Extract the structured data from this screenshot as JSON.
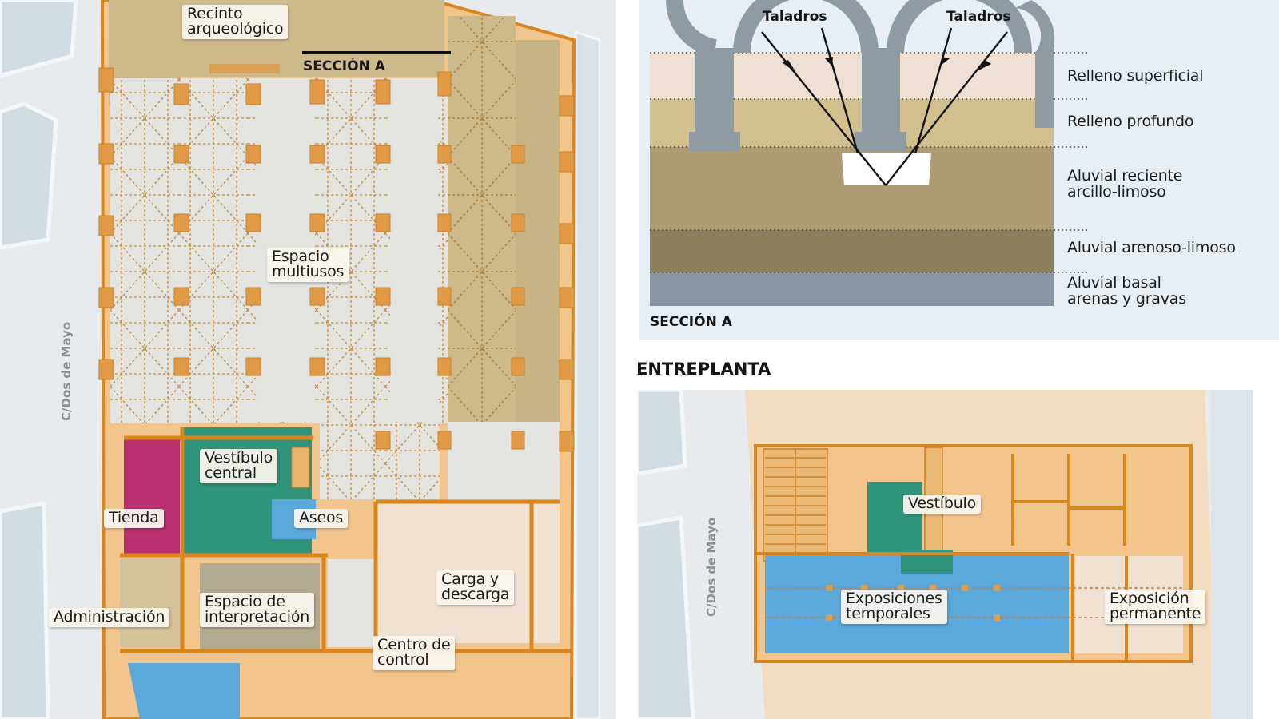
{
  "colors": {
    "background": "#ffffff",
    "street_bg": "#e7ebee",
    "block_bg": "#d4dde3",
    "wall_orange": "#e0942e",
    "outline_orange": "#d9861f",
    "multiuse_floor": "#e3e4e0",
    "archaeological_tan": "#c8b58b",
    "shop_magenta": "#b8306e",
    "lobby_green": "#2f9479",
    "restrooms_blue": "#5aa9da",
    "light_peach": "#f1e2d4",
    "peach_orange": "#f2c58d",
    "admin_tan": "#d4c29b",
    "interp_grey": "#b3a98f",
    "section_sky": "#e8eff4",
    "stratum_fill_superficial": "#efe0d4",
    "stratum_fill_profundo": "#d2bf8e",
    "stratum_aluvial_reciente": "#ad9c73",
    "stratum_aluvial_arenoso": "#8c7f5e",
    "stratum_aluvial_basal": "#8796a0",
    "arch_grey": "#8f9ba3"
  },
  "ground_floor_plan": {
    "street_label": "C/Dos de Mayo",
    "section_marker_label": "SECCIÓN A",
    "rooms": [
      {
        "id": "recinto",
        "label": "Recinto\narqueológico"
      },
      {
        "id": "multiusos",
        "label": "Espacio\nmultiusos"
      },
      {
        "id": "vestibulo",
        "label": "Vestíbulo\ncentral"
      },
      {
        "id": "tienda",
        "label": "Tienda"
      },
      {
        "id": "aseos",
        "label": "Aseos"
      },
      {
        "id": "administracion",
        "label": "Administración"
      },
      {
        "id": "interpretacion",
        "label": "Espacio de\ninterpretación"
      },
      {
        "id": "carga",
        "label": "Carga y\ndescarga"
      },
      {
        "id": "control",
        "label": "Centro de\ncontrol"
      }
    ]
  },
  "section_a": {
    "title": "SECCIÓN A",
    "drill_labels": [
      "Taladros",
      "Taladros"
    ],
    "strata": [
      {
        "label": "Relleno superficial"
      },
      {
        "label": "Relleno profundo"
      },
      {
        "label": "Aluvial reciente\narcillo-limoso"
      },
      {
        "label": "Aluvial arenoso-limoso"
      },
      {
        "label": "Aluvial basal\narenas y gravas"
      }
    ]
  },
  "mezzanine": {
    "title": "ENTREPLANTA",
    "street_label": "C/Dos de Mayo",
    "rooms": [
      {
        "id": "vestibulo",
        "label": "Vestíbulo"
      },
      {
        "id": "temporales",
        "label": "Exposiciones\ntemporales"
      },
      {
        "id": "permanente",
        "label": "Exposición\npermanente"
      }
    ]
  }
}
